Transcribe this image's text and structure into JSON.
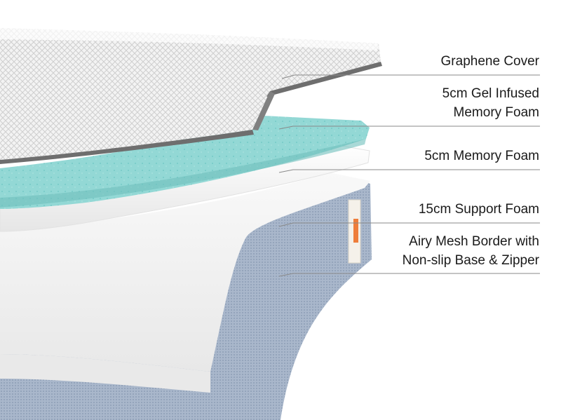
{
  "layers": [
    {
      "id": "graphene-cover",
      "lines": [
        "Graphene Cover"
      ]
    },
    {
      "id": "gel-memory-foam",
      "lines": [
        "5cm Gel Infused",
        "Memory Foam"
      ]
    },
    {
      "id": "memory-foam",
      "lines": [
        "5cm Memory Foam"
      ]
    },
    {
      "id": "support-foam",
      "lines": [
        "15cm Support Foam"
      ]
    },
    {
      "id": "mesh-border",
      "lines": [
        "Airy Mesh Border with",
        "Non-slip Base & Zipper"
      ]
    }
  ],
  "colors": {
    "text": "#1a1a1a",
    "leader_line": "#8a8a8a",
    "cover_white": "#f4f4f4",
    "gel_teal": "#8fd6d3",
    "foam_white": "#f7f7f7",
    "mesh_blue": "#aab8cc",
    "tag_orange": "#ee7d3b"
  }
}
